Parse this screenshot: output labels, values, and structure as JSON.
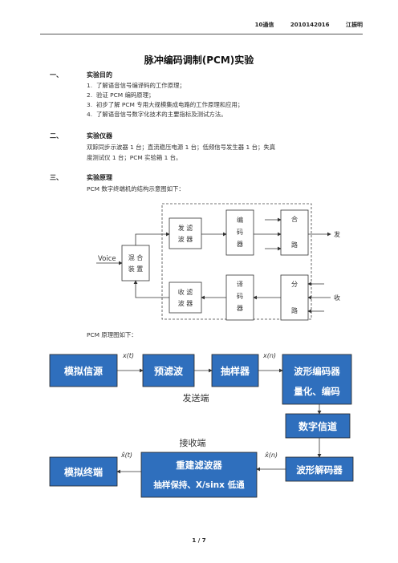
{
  "header": {
    "class": "10通信",
    "id": "2010142016",
    "name": "江振明"
  },
  "title": "脉冲编码调制(PCM)实验",
  "sections": [
    {
      "num": "一、",
      "title": "实验目的",
      "items": [
        {
          "n": "1.",
          "text": "了解语音信号编译码的工作原理；"
        },
        {
          "n": "2.",
          "text": "验证 PCM  编码原理；"
        },
        {
          "n": "3.",
          "text": "初步了解 PCM  专用大规模集成电路的工作原理和应用；"
        },
        {
          "n": "4.",
          "text": "了解语音信号数字化技术的主要指标及测试方法。"
        }
      ]
    },
    {
      "num": "二、",
      "title": "实验仪器",
      "lines": [
        "双踪同步示波器 1 台；直流稳压电源 1  台；低频信号发生器 1  台；失真",
        "度测试仪 1  台；PCM  实验箱 1  台。"
      ]
    },
    {
      "num": "三、",
      "title": "实验原理",
      "lines": [
        "PCM 数字终端机的结构示意图如下："
      ]
    }
  ],
  "diagram1": {
    "voice": "Voice",
    "mix": [
      "混 合",
      "装 置"
    ],
    "send_filter": [
      "发 滤",
      "波 器"
    ],
    "recv_filter": [
      "收 滤",
      "波 器"
    ],
    "encoder": [
      "编",
      "码",
      "器"
    ],
    "decoder": [
      "译",
      "码",
      "器"
    ],
    "mux": [
      "合",
      "路"
    ],
    "demux": [
      "分",
      "路"
    ],
    "send": "发",
    "recv": "收"
  },
  "pcm_caption": "PCM  原理图如下：",
  "diagram2": {
    "analog_source": "模拟信源",
    "prefilter": "预滤波",
    "sampler": "抽样器",
    "wave_encoder": [
      "波形编码器",
      "量化、编码"
    ],
    "digital_channel": "数字信道",
    "wave_decoder": "波形解码器",
    "recon_filter": [
      "重建滤波器",
      "抽样保持、X/sinx 低通"
    ],
    "analog_terminal": "模拟终端",
    "tx_label": "发送端",
    "rx_label": "接收端",
    "sig_xt": "x(t)",
    "sig_xn": "x(n)",
    "sig_xhat_t": "x̂(t)",
    "sig_xhat_n": "x̂(n)",
    "box_fill": "#2f6fbd"
  },
  "page": "1  /  7"
}
